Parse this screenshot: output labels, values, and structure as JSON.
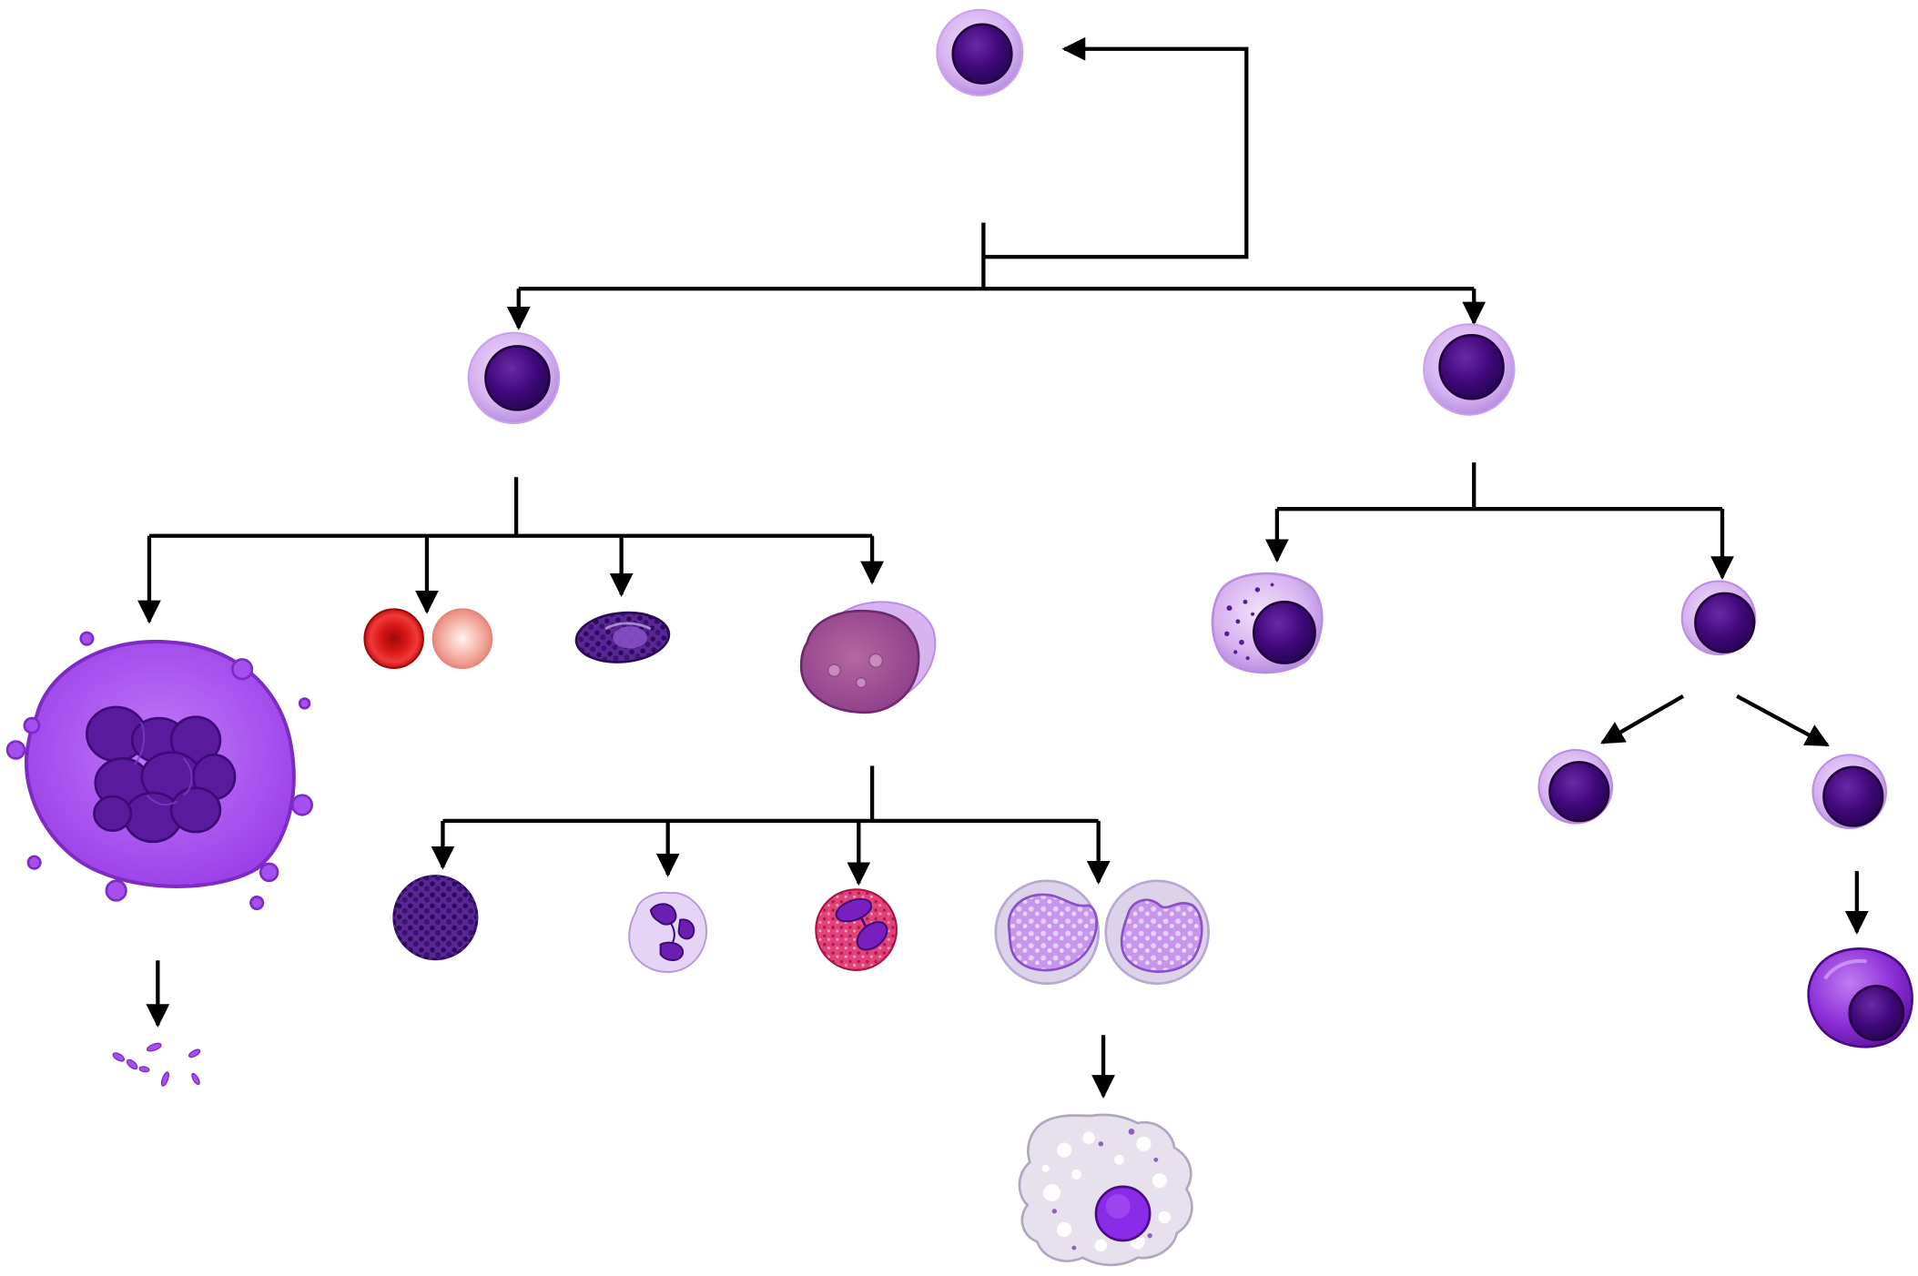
{
  "diagram": {
    "type": "hematopoiesis-lineage-tree",
    "labels_visible": false
  },
  "palette": {
    "stem_nucleus": "#3d0a78",
    "stem_cytoplasm": "#d8b3f2",
    "megakaryocyte": "#a64ff0",
    "megakaryocyte_nucleus": "#5a1a9e",
    "rbc": "#e21b1b",
    "rbc_pale": "#f2a8a0",
    "basophil_granule": "#4a1c86",
    "myeloblast": "#a0529c",
    "eosinophil": "#e23a76",
    "monocyte": "#c4a9df",
    "macrophage": "#ddd6e6",
    "plasma_cell": "#9b3be0",
    "connector": "#000000"
  },
  "cells": [
    {
      "name": "hematopoietic-stem-cell",
      "icon": "stem-cell-icon"
    },
    {
      "name": "common-myeloid-progenitor",
      "icon": "progenitor-cell-icon"
    },
    {
      "name": "common-lymphoid-progenitor",
      "icon": "progenitor-cell-icon"
    },
    {
      "name": "megakaryocyte",
      "icon": "megakaryocyte-icon"
    },
    {
      "name": "platelets",
      "icon": "platelets-icon"
    },
    {
      "name": "erythrocyte",
      "icon": "red-blood-cell-icon"
    },
    {
      "name": "mast-cell",
      "icon": "mast-cell-icon"
    },
    {
      "name": "myeloblast",
      "icon": "myeloblast-icon"
    },
    {
      "name": "basophil",
      "icon": "basophil-icon"
    },
    {
      "name": "neutrophil",
      "icon": "neutrophil-icon"
    },
    {
      "name": "eosinophil",
      "icon": "eosinophil-icon"
    },
    {
      "name": "monocyte",
      "icon": "monocyte-icon"
    },
    {
      "name": "macrophage",
      "icon": "macrophage-icon"
    },
    {
      "name": "natural-killer-cell",
      "icon": "nk-cell-icon"
    },
    {
      "name": "small-lymphocyte",
      "icon": "lymphocyte-icon"
    },
    {
      "name": "t-lymphocyte",
      "icon": "lymphocyte-icon"
    },
    {
      "name": "b-lymphocyte",
      "icon": "lymphocyte-icon"
    },
    {
      "name": "plasma-cell",
      "icon": "plasma-cell-icon"
    }
  ]
}
